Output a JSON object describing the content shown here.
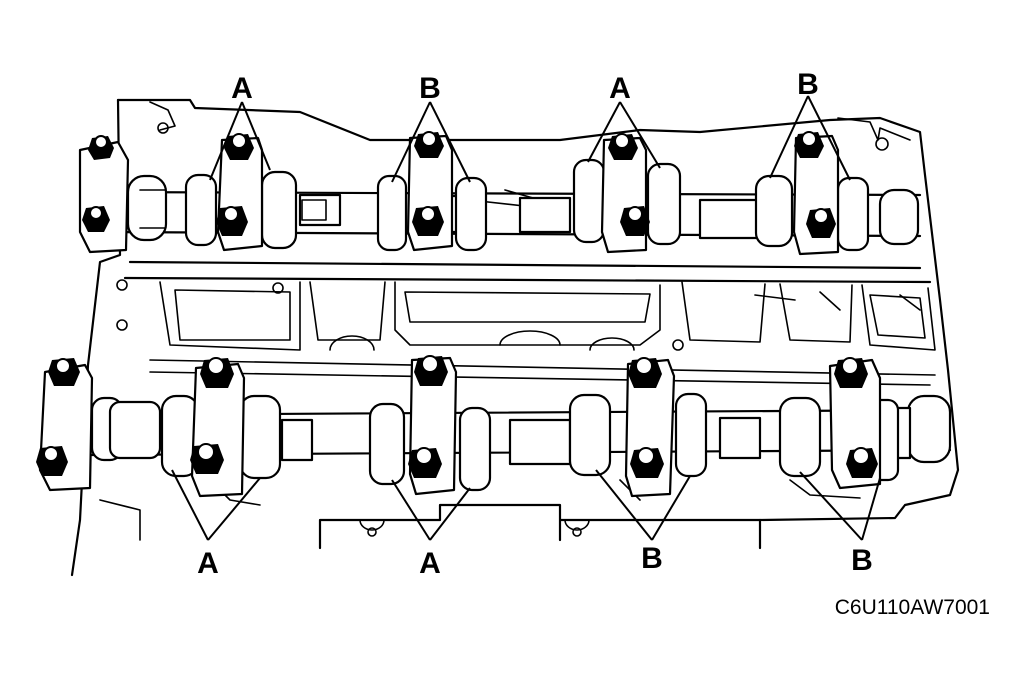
{
  "callouts": {
    "top_1": "A",
    "top_2": "B",
    "top_3": "A",
    "top_4": "B",
    "bottom_1": "A",
    "bottom_2": "A",
    "bottom_3": "B",
    "bottom_4": "B"
  },
  "figure_code": "C6U110AW7001"
}
